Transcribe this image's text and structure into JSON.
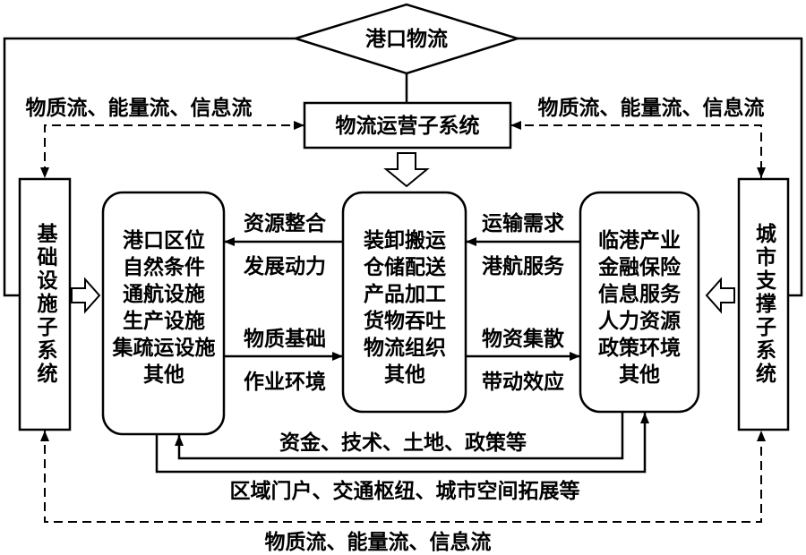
{
  "diagram": {
    "core": "港口物流",
    "operation_subsystem": "物流运营子系统",
    "infrastructure_subsystem": "基础设施子系统",
    "urban_support_subsystem": "城市支撑子系统",
    "flows_left": "物质流、能量流、信息流",
    "flows_right": "物质流、能量流、信息流",
    "flows_bottom": "物质流、能量流、信息流",
    "infrastructure_box": [
      "港口区位",
      "自然条件",
      "通航设施",
      "生产设施",
      "集疏运设施",
      "其他"
    ],
    "operation_box": [
      "装卸搬运",
      "仓储配送",
      "产品加工",
      "货物吞吐",
      "物流组织",
      "其他"
    ],
    "urban_box": [
      "临港产业",
      "金融保险",
      "信息服务",
      "人力资源",
      "政策环境",
      "其他"
    ],
    "links": {
      "resource_integration": "资源整合",
      "development_drive": "发展动力",
      "material_basis": "物质基础",
      "work_environment": "作业环境",
      "transport_demand": "运输需求",
      "port_shipping_service": "港航服务",
      "material_distribution": "物资集散",
      "driving_effect": "带动效应",
      "inner_loop": "资金、技术、土地、政策等",
      "outer_loop": "区域门户、交通枢纽、城市空间拓展等"
    }
  }
}
